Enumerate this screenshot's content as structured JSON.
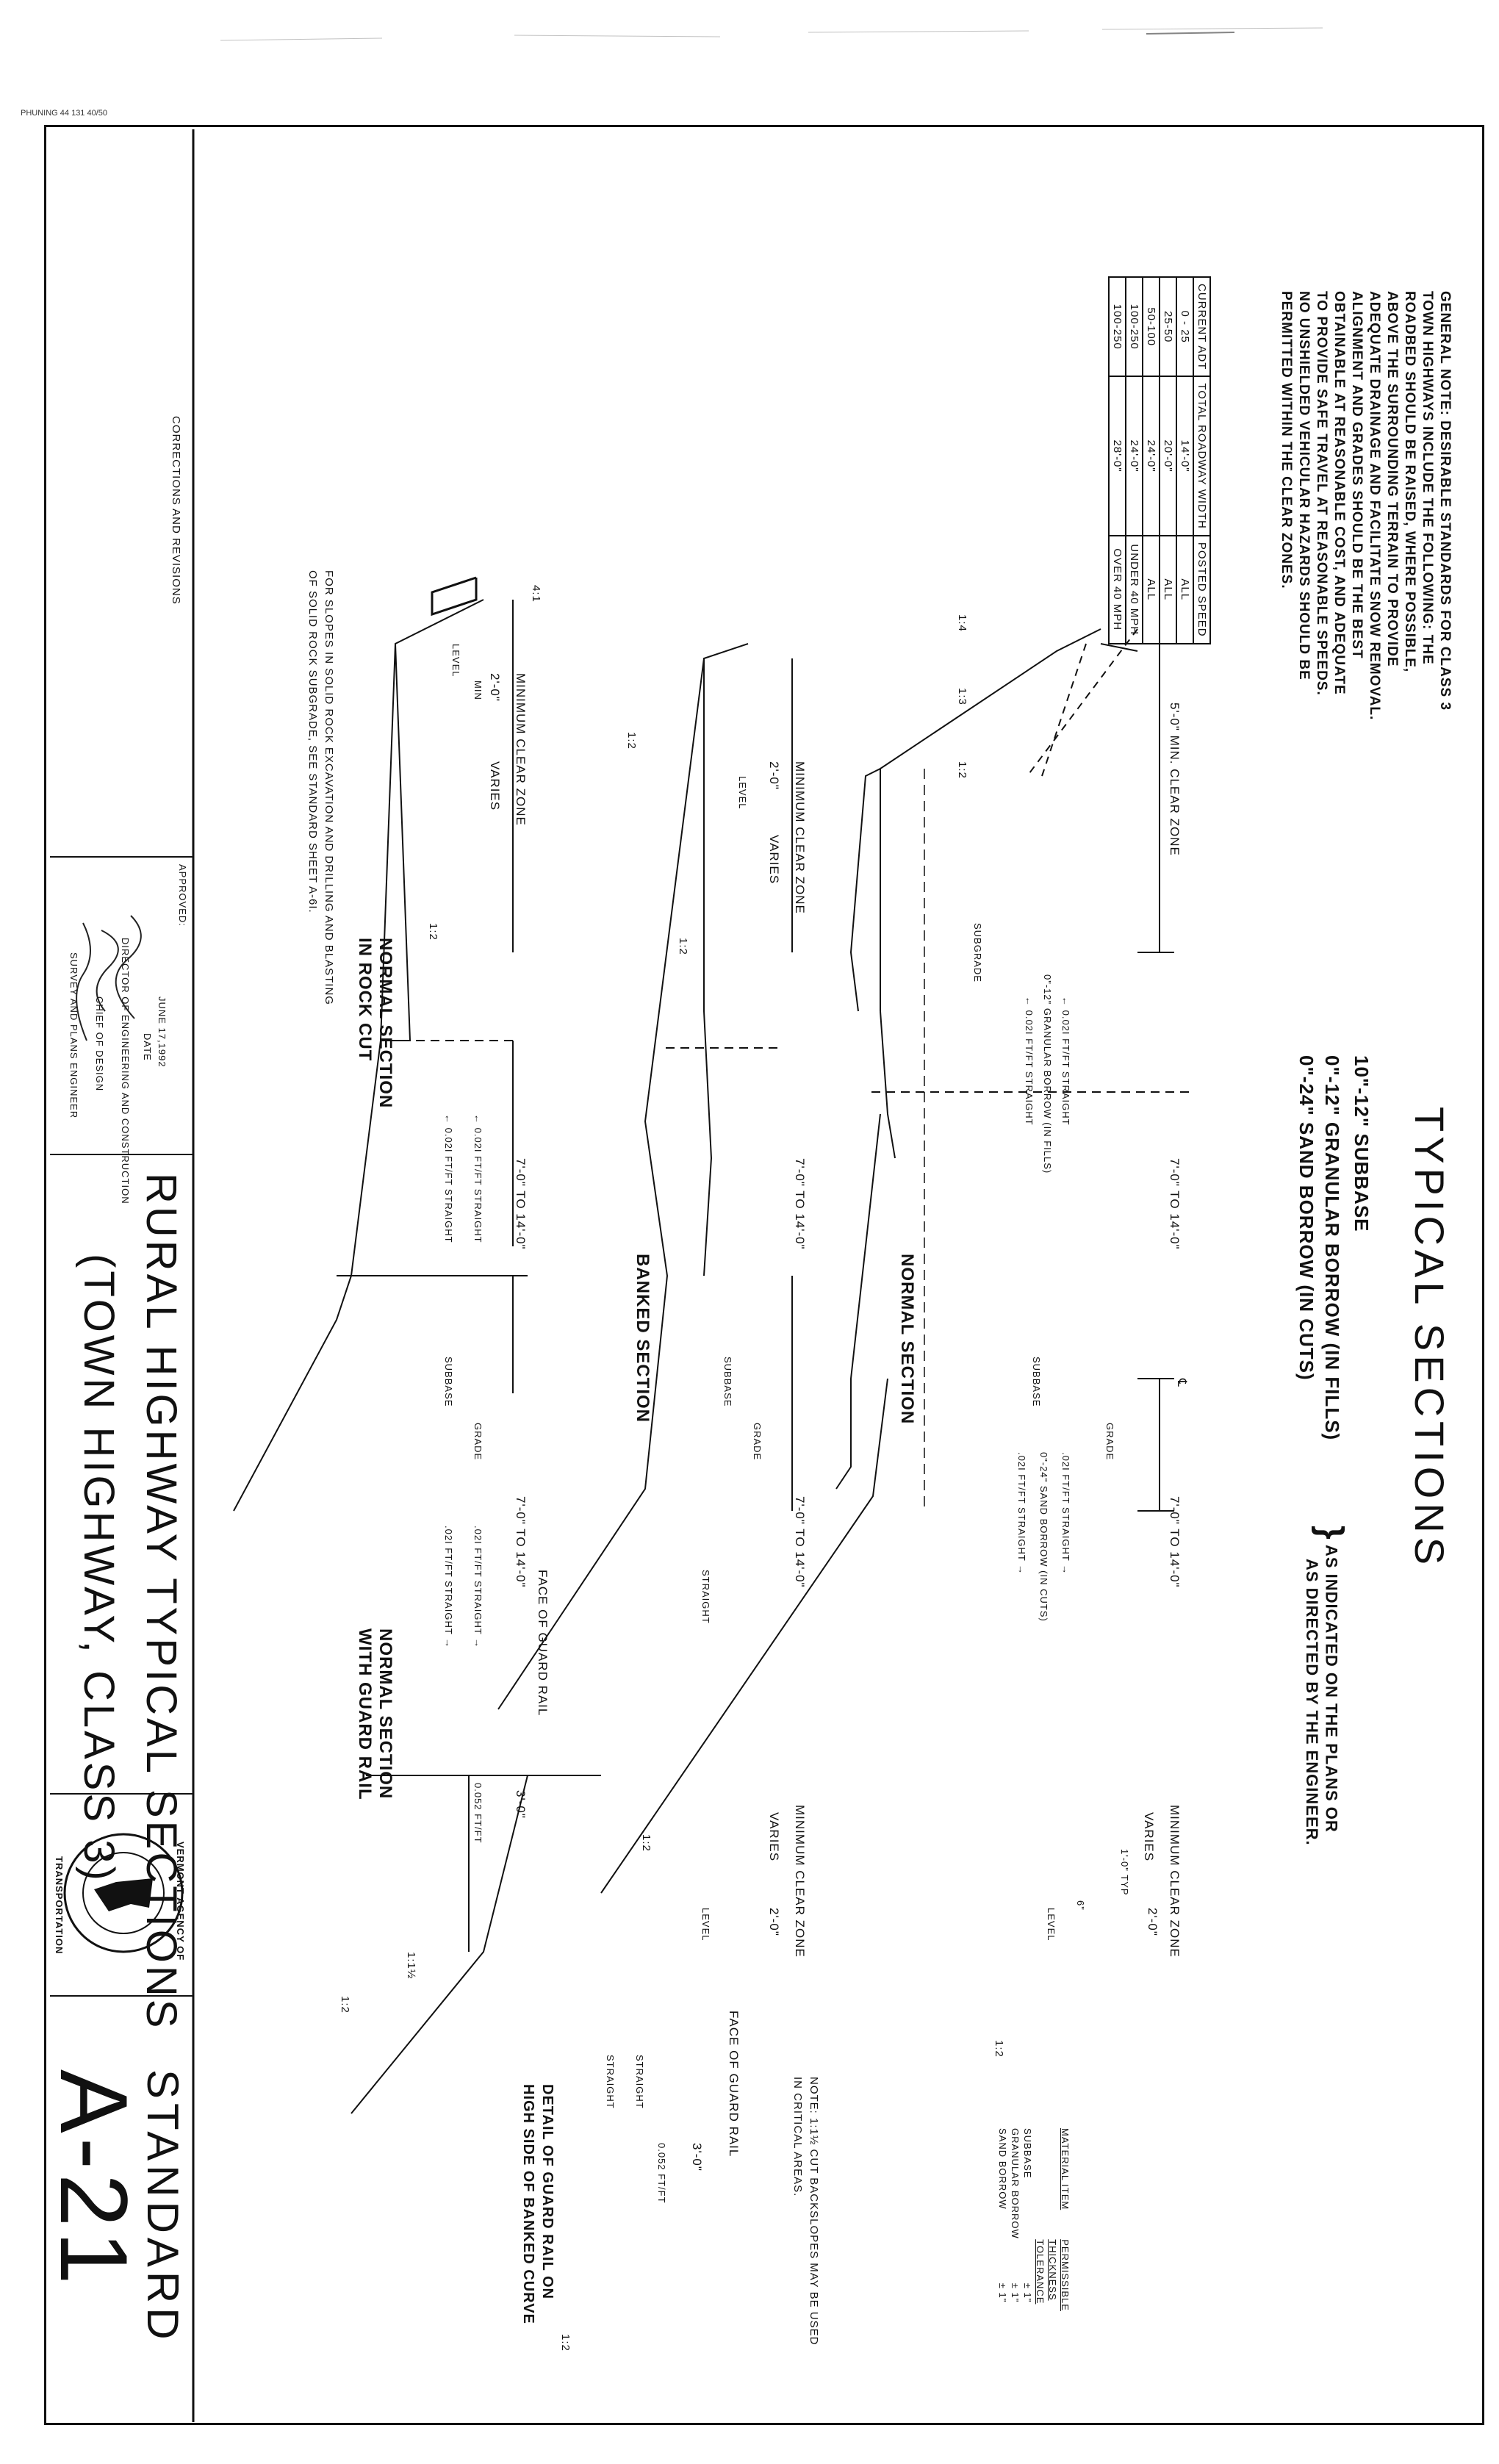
{
  "header_stamp": "PHUNING 44 131 40/50",
  "general_note": {
    "lines": [
      "GENERAL NOTE: DESIRABLE STANDARDS FOR CLASS 3",
      "TOWN HIGHWAYS INCLUDE THE FOLLOWING: THE",
      "ROADBED SHOULD BE RAISED, WHERE POSSIBLE,",
      "ABOVE THE SURROUNDING TERRAIN TO PROVIDE",
      "ADEQUATE DRAINAGE AND FACILITATE SNOW REMOVAL.",
      "ALIGNMENT AND GRADES SHOULD BE THE BEST",
      "OBTAINABLE AT REASONABLE COST, AND ADEQUATE",
      "TO PROVIDE SAFE TRAVEL AT REASONABLE SPEEDS.",
      "NO UNSHIELDED VEHICULAR HAZARDS SHOULD BE",
      "PERMITTED WITHIN THE CLEAR ZONES."
    ]
  },
  "adt_table": {
    "headers": [
      "CURRENT ADT",
      "TOTAL ROADWAY WIDTH",
      "POSTED SPEED"
    ],
    "rows": [
      [
        "0 - 25",
        "14'-0\"",
        "ALL"
      ],
      [
        "25-50",
        "20'-0\"",
        "ALL"
      ],
      [
        "50-100",
        "24'-0\"",
        "ALL"
      ],
      [
        "100-250",
        "24'-0\"",
        "UNDER 40 MPH"
      ],
      [
        "100-250",
        "28'-0\"",
        "OVER 40 MPH"
      ]
    ]
  },
  "typical": {
    "title": "TYPICAL SECTIONS",
    "subbase": "10\"-12\" SUBBASE",
    "granular": "0\"-12\" GRANULAR BORROW (IN FILLS)",
    "sand": "0\"-24\" SAND BORROW (IN CUTS)",
    "as_indicated": "AS INDICATED ON THE PLANS OR",
    "as_directed": "AS DIRECTED BY THE ENGINEER."
  },
  "sections": {
    "normal": "NORMAL SECTION",
    "banked": "BANKED SECTION",
    "rock_cut_1": "NORMAL SECTION",
    "rock_cut_2": "IN ROCK CUT",
    "guard_1": "NORMAL SECTION",
    "guard_2": "WITH GUARD RAIL"
  },
  "labels": {
    "min_clear_zone_5": "5'-0\" MIN. CLEAR ZONE",
    "minimum_clear_zone": "MINIMUM CLEAR ZONE",
    "two_ft": "2'-0\"",
    "two_ft_min": "MIN",
    "varies": "VARIES",
    "seven_to_fourteen": "7'-0\" TO 14'-0\"",
    "slope_straight_l": "← 0.02I FT/FT STRAIGHT",
    "slope_straight_r": ".02I FT/FT STRAIGHT →",
    "slope_052": "0.052 FT/FT",
    "granular_in_fills": "0\"-12\" GRANULAR BORROW (IN FILLS)",
    "sand_in_cuts": "0\"-24\" SAND BORROW (IN CUTS)",
    "subgrade": "SUBGRADE",
    "subbase": "SUBBASE",
    "grade": "GRADE",
    "level": "LEVEL",
    "six_in": "6\"",
    "one_ft_typ": "1'-0\" TYP",
    "cl": "℄",
    "straight": "STRAIGHT",
    "face_of_guard_rail": "FACE OF GUARD RAIL",
    "three_ft": "3'-0\"",
    "slope_1_2": "1:2",
    "slope_1_3": "1:3",
    "slope_1_4": "1:4",
    "slope_4_1": "4:1",
    "slope_1_1_5": "1:1½"
  },
  "rock_note": [
    "FOR SLOPES IN SOLID ROCK EXCAVATION AND DRILLING AND BLASTING",
    "OF SOLID ROCK SUBGRADE, SEE STANDARD SHEET A-6I."
  ],
  "backslope_note": [
    "NOTE: 1:1½ CUT BACKSLOPES MAY BE USED",
    "IN CRITICAL AREAS."
  ],
  "detail_title": [
    "DETAIL OF GUARD RAIL ON",
    "HIGH SIDE OF BANKED CURVE"
  ],
  "tolerance": {
    "header_1": "MATERIAL ITEM",
    "header_2": "PERMISSIBLE THICKNESS TOLERANCE",
    "items": [
      "SUBBASE",
      "GRANULAR BORROW",
      "SAND BORROW"
    ],
    "values": [
      "± 1\"",
      "± 1\"",
      "± 1\""
    ]
  },
  "title_block": {
    "corrections": "CORRECTIONS AND REVISIONS",
    "approved": "APPROVED:",
    "date_value": "JUNE 17,1992",
    "date": "DATE",
    "director": "DIRECTOR OF ENGINEERING AND CONSTRUCTION",
    "chief": "CHIEF OF DESIGN",
    "survey": "SURVEY AND PLANS ENGINEER",
    "main_title_1": "RURAL HIGHWAY TYPICAL SECTIONS",
    "main_title_2": "(TOWN HIGHWAY, CLASS 3)",
    "agency_top": "VERMONT AGENCY OF",
    "agency_bottom": "TRANSPORTATION",
    "standard": "STANDARD",
    "standard_number": "A-21"
  }
}
